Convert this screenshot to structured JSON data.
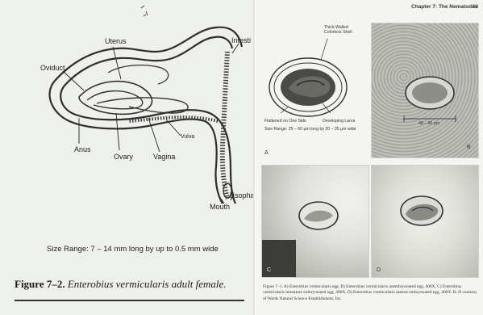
{
  "left_page": {
    "labels": {
      "oviduct": "Oviduct",
      "uterus": "Uterus",
      "intestine": "Intesti",
      "anus": "Anus",
      "ovary": "Ovary",
      "vagina": "Vagina",
      "vulva": "Vulva",
      "esophagus": "Esophag",
      "mouth": "Mouth"
    },
    "size_range": "Size Range: 7 – 14 mm long by up to 0.5 mm wide",
    "figure_label": "Figure 7–2.",
    "figure_desc": "Enterobius vermicularis adult female."
  },
  "right_page": {
    "header": "Chapter 7: The Nematodes",
    "page_number": "33",
    "labels": {
      "shell": "Thick-Walled Colorless Shell",
      "flattened": "Flattened on One Side",
      "larva": "Developing Larva",
      "size_range": "Size Range: 25 – 60 µm long by 20 – 35 µm wide",
      "measure": "48 – 60 µm"
    },
    "panels": [
      "A",
      "B",
      "C",
      "D"
    ],
    "caption": "Figure 7–1. A) Enterobius vermicularis egg. B) Enterobius vermicularis unembryonated egg, 400X. C) Enterobius vermicularis immature embryonated egg, 400X. D) Enterobius vermicularis mature embryonated egg, 400X. B–D courtesy of Wards Natural Science Establishment, Inc."
  }
}
